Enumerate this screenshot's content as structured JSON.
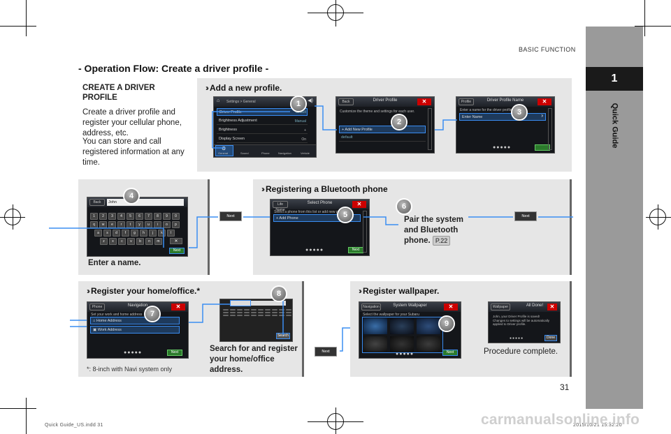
{
  "header": {
    "section_label": "BASIC FUNCTION",
    "chapter_number": "1",
    "chapter_label": "Quick Guide"
  },
  "heading": "- Operation Flow: Create a driver profile -",
  "intro": {
    "title": "CREATE A DRIVER PROFILE",
    "para1": "Create a driver profile and register your cellular phone, address, etc.",
    "para2": "You can store and call registered information at any time."
  },
  "sections": {
    "add_profile": "Add a new profile.",
    "bluetooth": "Registering a Bluetooth phone",
    "home_office": "Register your home/office.*",
    "wallpaper": "Register wallpaper."
  },
  "captions": {
    "enter_name": "Enter a name.",
    "pair_system": "Pair the system and Bluetooth phone.",
    "pair_ref": "P.22",
    "search_register": "Search for and register your home/office address.",
    "procedure_complete": "Procedure complete.",
    "footnote": "*: 8-inch with Navi system only"
  },
  "screens": {
    "s1": {
      "breadcrumb": "Settings > General",
      "rows": [
        "Driver Profile",
        "Brightness Adjustment",
        "Brightness",
        "Display Screen"
      ],
      "row_values": [
        "default",
        "Manual",
        "+",
        "On"
      ],
      "tabs": [
        "General",
        "Sound",
        "Phone",
        "Navigation",
        "Vehicle"
      ]
    },
    "s2": {
      "back": "Back",
      "title": "Driver Profile",
      "subtitle": "Customize the theme and settings for each user.",
      "rows": [
        "+ Add New Profile",
        "default"
      ]
    },
    "s3": {
      "back": "Profile",
      "title": "Driver Profile Name",
      "subtitle": "Enter a name for the driver profile",
      "rows": [
        "Enter Name"
      ]
    },
    "s4": {
      "back": "Back",
      "input": "John",
      "next": "Next",
      "keys_row1": [
        "1",
        "2",
        "3",
        "4",
        "5",
        "6",
        "7",
        "8",
        "9",
        "0"
      ],
      "keys_row2": [
        "q",
        "w",
        "e",
        "r",
        "t",
        "y",
        "u",
        "i",
        "o",
        "p"
      ],
      "keys_row3": [
        "a",
        "s",
        "d",
        "f",
        "g",
        "h",
        "j",
        "k",
        "l"
      ],
      "keys_row4": [
        "z",
        "x",
        "c",
        "v",
        "b",
        "n",
        "m"
      ]
    },
    "s5": {
      "back": "Life Name",
      "title": "Select Phone",
      "subtitle": "Select a phone from this list or add new phone.",
      "rows": [
        "+ Add Phone"
      ],
      "next": "Next"
    },
    "s7": {
      "back": "Phone",
      "title": "Navigation",
      "subtitle": "Set your work and home address",
      "rows": [
        "Home Address",
        "Work Address"
      ],
      "next": "Next"
    },
    "s8": {
      "search": "Search"
    },
    "s9": {
      "back": "Navigation",
      "title": "System Wallpaper",
      "subtitle": "Select the wallpaper for your Subaru",
      "next": "Next"
    },
    "s10": {
      "back": "Wallpaper",
      "title": "All Done!",
      "body": "John, your Driver Profile is saved! Changes to settings will be automatically applied to Driver profile.",
      "done": "Done"
    }
  },
  "next_label": "Next",
  "badges": [
    "1",
    "2",
    "3",
    "4",
    "5",
    "6",
    "7",
    "8",
    "9"
  ],
  "page_number": "31",
  "footer": {
    "file": "Quick Guide_US.indd   31",
    "stamp": "2015/10/21   15:32:20"
  },
  "watermark": "carmanualsonline.info"
}
